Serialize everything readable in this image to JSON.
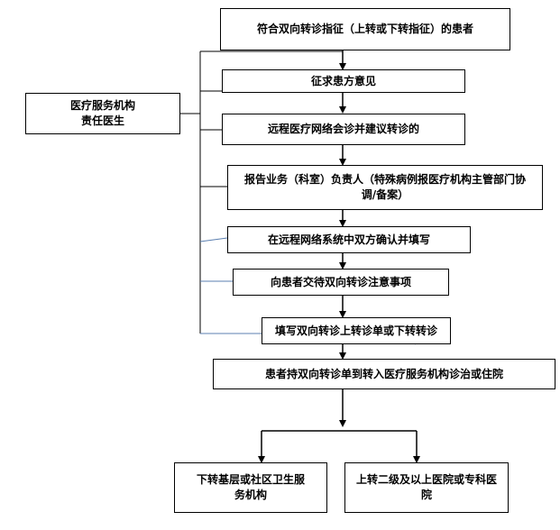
{
  "flowchart": {
    "responsible_party": {
      "line1": "医疗服务机构",
      "line2": "责任医生"
    },
    "steps": [
      {
        "label": "符合双向转诊指征（上转或下转指征）的患者"
      },
      {
        "label": "征求患方意见"
      },
      {
        "label": "远程医疗网络会诊并建议转诊的"
      },
      {
        "line1": "报告业务（科室）负责人（特殊病例报医疗机构主管部门协",
        "line2": "调/备案）"
      },
      {
        "label": "在远程网络系统中双方确认并填写"
      },
      {
        "label": "向患者交待双向转诊注意事项"
      },
      {
        "label": "填写双向转诊上转诊单或下转转诊"
      },
      {
        "label": "患者持双向转诊单到转入医疗服务机构诊治或住院"
      }
    ],
    "outcomes": {
      "down": {
        "line1": "下转基层或社区卫生服",
        "line2": "务机构"
      },
      "up": {
        "line1": "上转二级及以上医院或专科医",
        "line2": "院"
      }
    },
    "colors": {
      "line": "#000000",
      "connector_blue": "#5b7fb0",
      "box_border": "#000000"
    }
  }
}
